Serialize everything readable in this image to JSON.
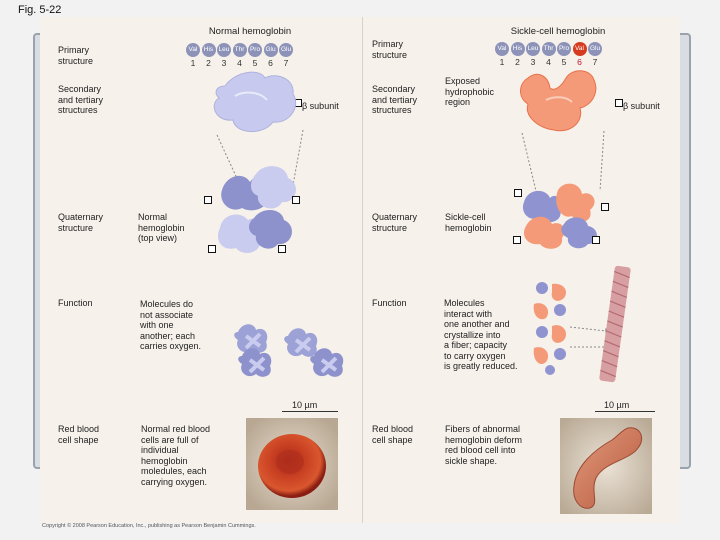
{
  "figure": {
    "label": "Fig. 5-22",
    "copyright": "Copyright © 2008 Pearson Education, Inc., publishing as Pearson Benjamin Cummings."
  },
  "colors": {
    "normal": "#b8bce6",
    "normal_dark": "#7c82c4",
    "sickle": "#f59a78",
    "sickle_dark": "#e8714a",
    "mutation": "#d63b1f",
    "rbc_red": "#c0381f",
    "rbc_sickle": "#d27a5a"
  },
  "normal": {
    "title": "Normal hemoglobin",
    "row_labels": {
      "primary": "Primary\nstructure",
      "secondary": "Secondary\nand tertiary\nstructures",
      "quaternary": "Quaternary\nstructure",
      "function": "Function",
      "rbc": "Red blood\ncell shape"
    },
    "sequence": [
      {
        "aa": "Val",
        "pos": "1"
      },
      {
        "aa": "His",
        "pos": "2"
      },
      {
        "aa": "Leu",
        "pos": "3"
      },
      {
        "aa": "Thr",
        "pos": "4"
      },
      {
        "aa": "Pro",
        "pos": "5"
      },
      {
        "aa": "Glu",
        "pos": "6"
      },
      {
        "aa": "Glu",
        "pos": "7"
      }
    ],
    "subunit_label": "β subunit",
    "quaternary_desc": "Normal\nhemoglobin\n(top view)",
    "function_desc": "Molecules do\nnot associate\nwith one\nanother; each\ncarries oxygen.",
    "scale": "10 µm",
    "rbc_desc": "Normal red blood\ncells are full of\nindividual\nhemoglobin\nmoledules, each\ncarrying oxygen."
  },
  "sickle": {
    "title": "Sickle-cell hemoglobin",
    "row_labels": {
      "primary": "Primary\nstructure",
      "secondary": "Secondary\nand tertiary\nstructures",
      "quaternary": "Quaternary\nstructure",
      "function": "Function",
      "rbc": "Red blood\ncell shape"
    },
    "sequence": [
      {
        "aa": "Val",
        "pos": "1"
      },
      {
        "aa": "His",
        "pos": "2"
      },
      {
        "aa": "Leu",
        "pos": "3"
      },
      {
        "aa": "Thr",
        "pos": "4"
      },
      {
        "aa": "Pro",
        "pos": "5"
      },
      {
        "aa": "Val",
        "pos": "6"
      },
      {
        "aa": "Glu",
        "pos": "7"
      }
    ],
    "mutation_index": 5,
    "exposed_label": "Exposed\nhydrophobic\nregion",
    "subunit_label": "β subunit",
    "quaternary_desc": "Sickle-cell\nhemoglobin",
    "function_desc": "Molecules\ninteract with\none another and\ncrystallize into\na fiber; capacity\nto carry oxygen\nis greatly reduced.",
    "scale": "10 µm",
    "rbc_desc": "Fibers of abnormal\nhemoglobin deform\nred blood cell into\nsickle shape."
  }
}
